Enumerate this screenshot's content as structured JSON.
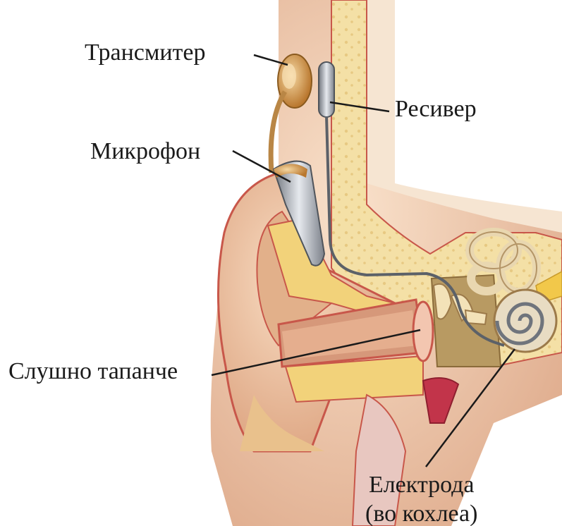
{
  "labels": {
    "transmitter": "Трансмитер",
    "receiver": "Ресивер",
    "microphone": "Микрофон",
    "eardrum": "Слушно тапанче",
    "electrode_line1": "Електрода",
    "electrode_line2": "(во кохлеа)"
  },
  "colors": {
    "skin": "#f1c9a5",
    "skin_dark": "#d99c77",
    "bone": "#f2dc9a",
    "bone_dark": "#e8c46a",
    "tissue_outline": "#c8574a",
    "device_metal": "#9aa0a8",
    "device_gold": "#c98a3a",
    "leader_line": "#1a1a1a"
  }
}
